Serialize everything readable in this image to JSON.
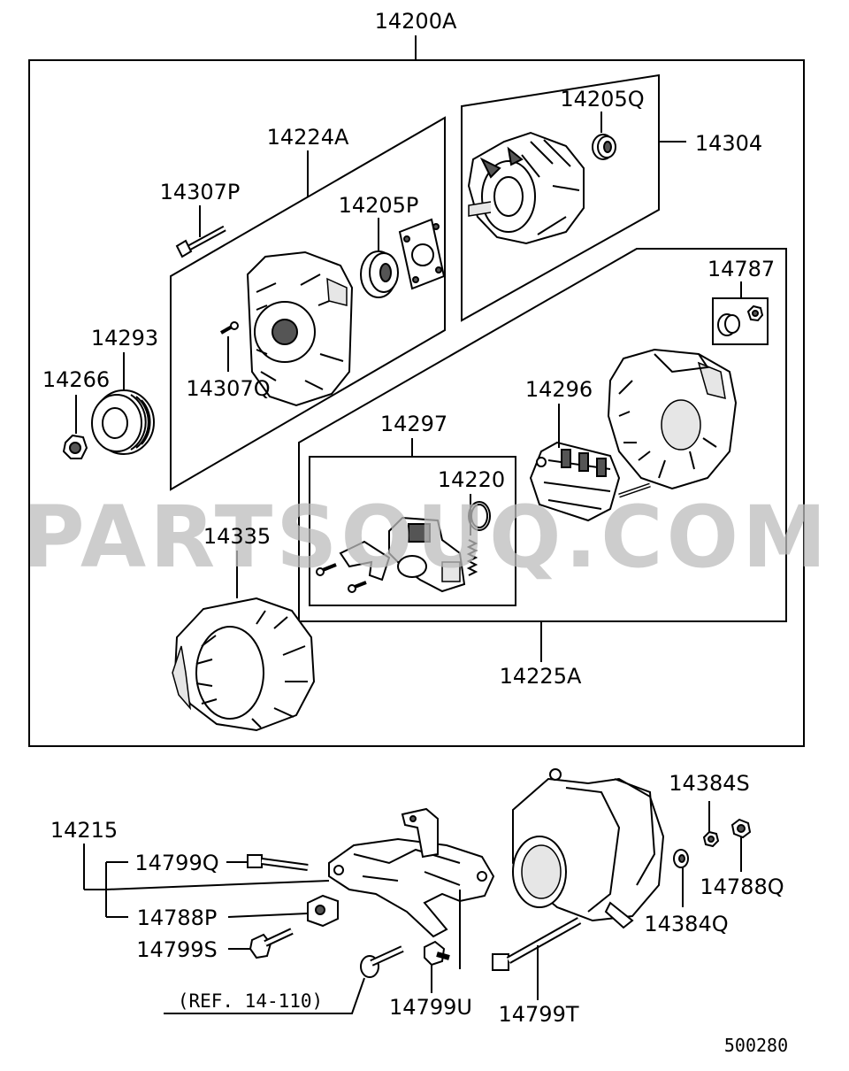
{
  "labels": {
    "assembly": "14200A",
    "front_housing": "14224A",
    "bolt_long": "14307P",
    "bearing_front": "14205P",
    "rotor_bearing": "14205Q",
    "rotor": "14304",
    "rear_kit": "14787",
    "pulley": "14293",
    "nut": "14266",
    "screw": "14307Q",
    "brush_kit": "14297",
    "rectifier": "14296",
    "brush_spring": "14220",
    "stator": "14335",
    "rear_housing": "14225A",
    "bracket_set": "14215",
    "bolt_q": "14799Q",
    "block_p": "14788P",
    "bolt_s": "14799S",
    "reference": "(REF. 14-110)",
    "bolt_u": "14799U",
    "bolt_t": "14799T",
    "washer_s": "14384S",
    "nut_q": "14788Q",
    "washer_q": "14384Q",
    "diagram_number": "500280"
  },
  "watermark": "PARTSOUQ.COM"
}
